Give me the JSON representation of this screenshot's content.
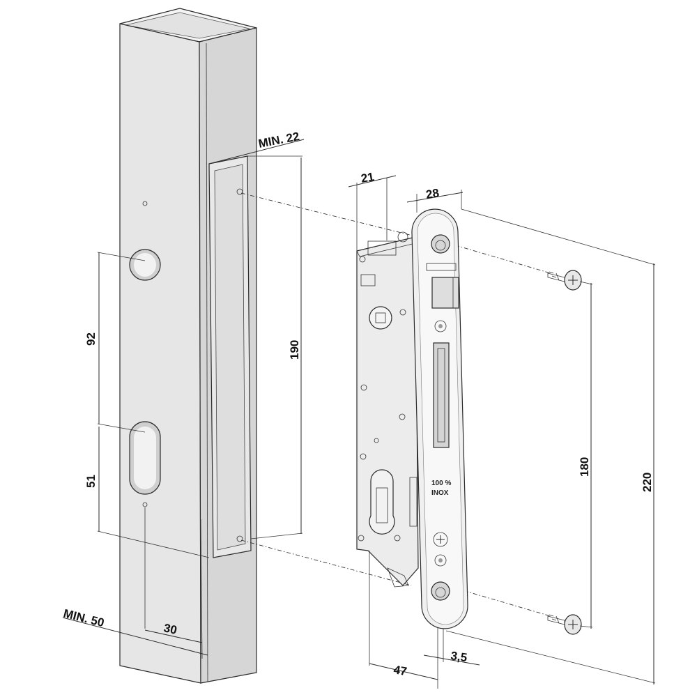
{
  "dimensions": {
    "min_22": "MIN. 22",
    "d21": "21",
    "d28": "28",
    "d190": "190",
    "d92": "92",
    "d51": "51",
    "d180": "180",
    "d220": "220",
    "min_50": "MIN. 50",
    "d30": "30",
    "d47": "47",
    "d3_5": "3,5"
  },
  "faceplate": {
    "material_line1": "100 %",
    "material_line2": "INOX"
  },
  "colors": {
    "part_fill": "#ececec",
    "part_shade": "#d9d9d9",
    "line": "#2a2a2a"
  }
}
